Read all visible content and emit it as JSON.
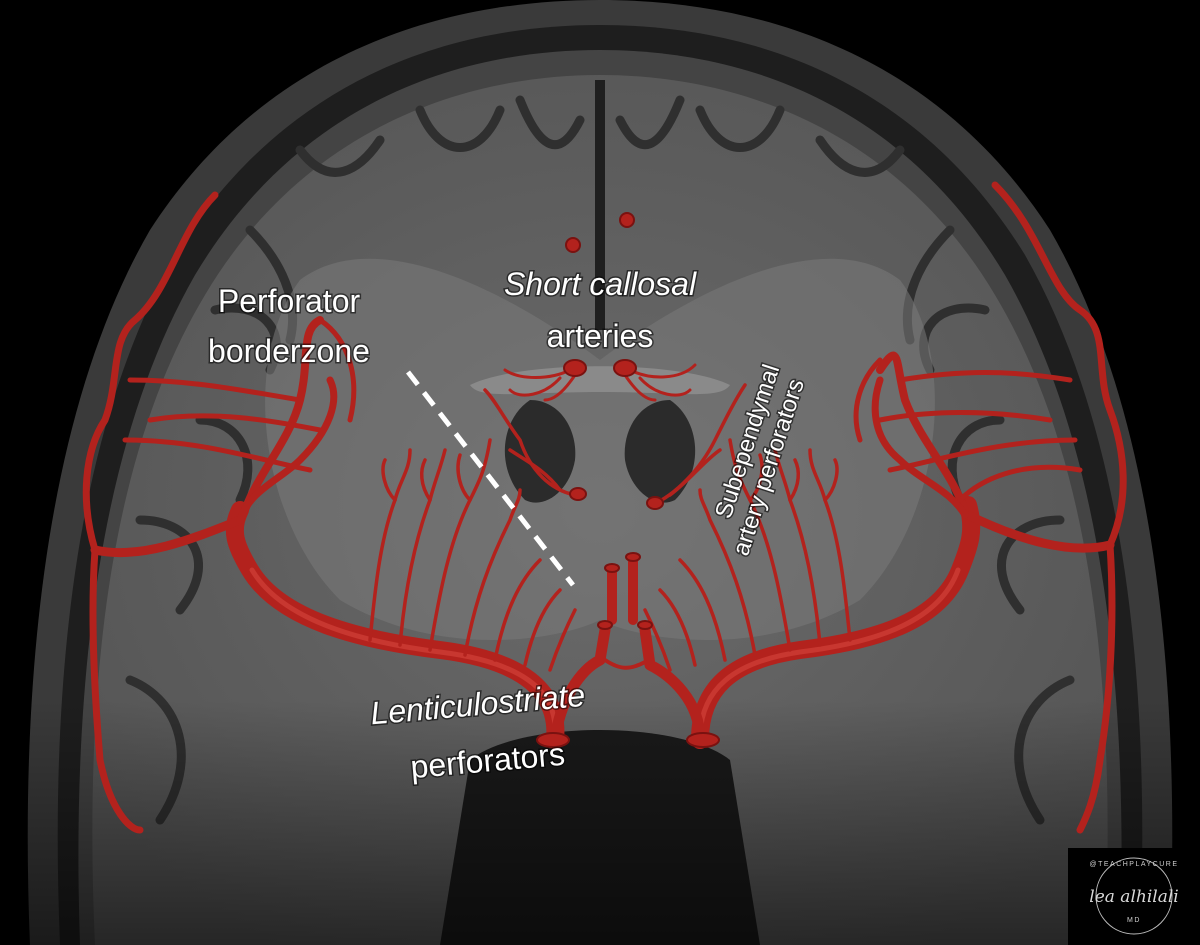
{
  "labels": {
    "short_callosal_1": "Short callosal",
    "short_callosal_2": "arteries",
    "perforator_borderzone_1": "Perforator",
    "perforator_borderzone_2": "borderzone",
    "subependymal_1": "Subependymal",
    "subependymal_2": "artery perforators",
    "lenticulostriate_1": "Lenticulostriate",
    "lenticulostriate_2": "perforators"
  },
  "watermark": {
    "handle": "@TEACHPLAYCURE",
    "signature": "lea alhilali",
    "suffix": "MD"
  },
  "colors": {
    "artery": "#b3221d",
    "artery_highlight": "#d9483f",
    "background": "#000000",
    "label_text": "#ffffff",
    "dashed_line": "#ffffff"
  }
}
